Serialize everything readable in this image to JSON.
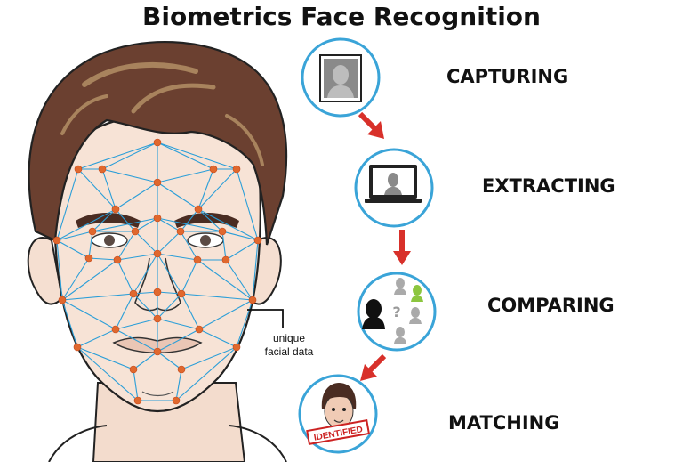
{
  "title": "Biometrics Face Recognition",
  "steps": [
    {
      "label": "CAPTURING",
      "icon": "portrait-photo-icon"
    },
    {
      "label": "EXTRACTING",
      "icon": "monitor-face-icon"
    },
    {
      "label": "COMPARING",
      "icon": "face-comparison-icon"
    },
    {
      "label": "MATCHING",
      "icon": "identified-face-icon"
    }
  ],
  "annotation": {
    "line1": "unique",
    "line2": "facial data"
  },
  "stamp": "IDENTIFIED",
  "colors": {
    "mesh_line": "#2a9ed8",
    "mesh_node": "#e0682e",
    "circle_border": "#3aa4d8",
    "arrow": "#d8302a",
    "match_green": "#8cc63f"
  }
}
